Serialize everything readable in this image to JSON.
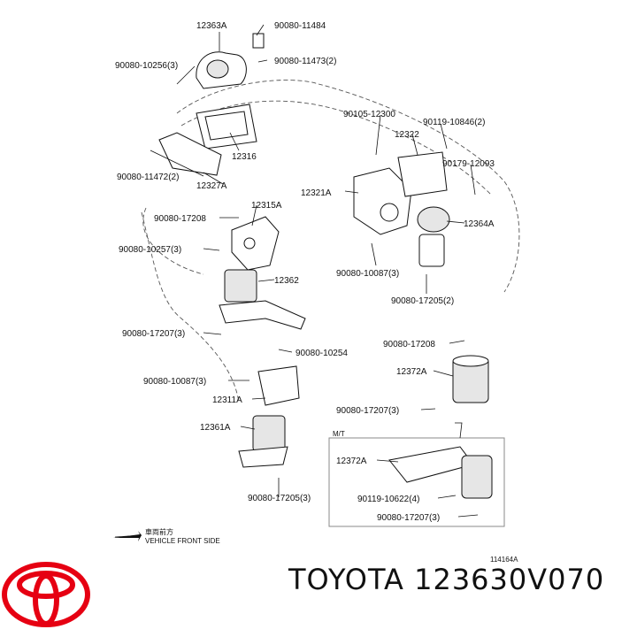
{
  "labels": {
    "p1": "12363A",
    "p2": "90080-11484",
    "p3": "90080-10256(3)",
    "p4": "90080-11473(2)",
    "p5": "90105-12300",
    "p6": "90119-10846(2)",
    "p7": "12322",
    "p8": "12316",
    "p9": "90179-12093",
    "p10": "90080-11472(2)",
    "p11": "12327A",
    "p12": "12321A",
    "p13": "12315A",
    "p14": "90080-17208",
    "p15": "12364A",
    "p16": "90080-10257(3)",
    "p17": "90080-10087(3)",
    "p18": "12362",
    "p19": "90080-17205(2)",
    "p20": "90080-17207(3)",
    "p21": "90080-17208",
    "p22": "90080-10254",
    "p23": "12372A",
    "p24": "90080-10087(3)",
    "p25": "12311A",
    "p26": "90080-17207(3)",
    "p27": "12361A",
    "p28": "M/T",
    "p29": "12372A",
    "p30": "90119-10622(4)",
    "p31": "90080-17207(3)",
    "p32": "90080-17205(3)"
  },
  "direction_jp": "車両前方",
  "direction_en": "VEHICLE FRONT SIDE",
  "figure_code": "114164A",
  "footer_text": "TOYOTA 123630V070",
  "colors": {
    "logo": "#e60012",
    "line": "#111111"
  },
  "icons": {
    "logo": "toyota-logo"
  }
}
